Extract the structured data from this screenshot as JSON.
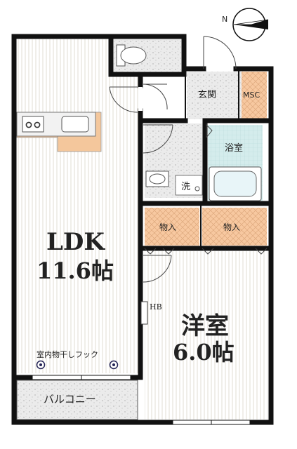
{
  "compass": {
    "north_letter": "N"
  },
  "rooms": {
    "ldk": {
      "name": "LDK",
      "size": "11.6帖"
    },
    "western": {
      "name": "洋室",
      "size": "6.0帖"
    },
    "entrance": "玄関",
    "msc": "MSC",
    "bath": "浴室",
    "washer": "洗",
    "storage_1": "物入",
    "storage_2": "物入",
    "balcony": "バルコニー"
  },
  "labels": {
    "hook": "室内物干しフック",
    "hb": "HB"
  },
  "colors": {
    "wall": "#111111",
    "storage_fill": "#f7c8a0",
    "bath_fill": "#d7efef",
    "floor_stripe": "#e9e4dc",
    "tile_fill": "#e6e6e6",
    "counter_fill": "#f4c79c"
  }
}
